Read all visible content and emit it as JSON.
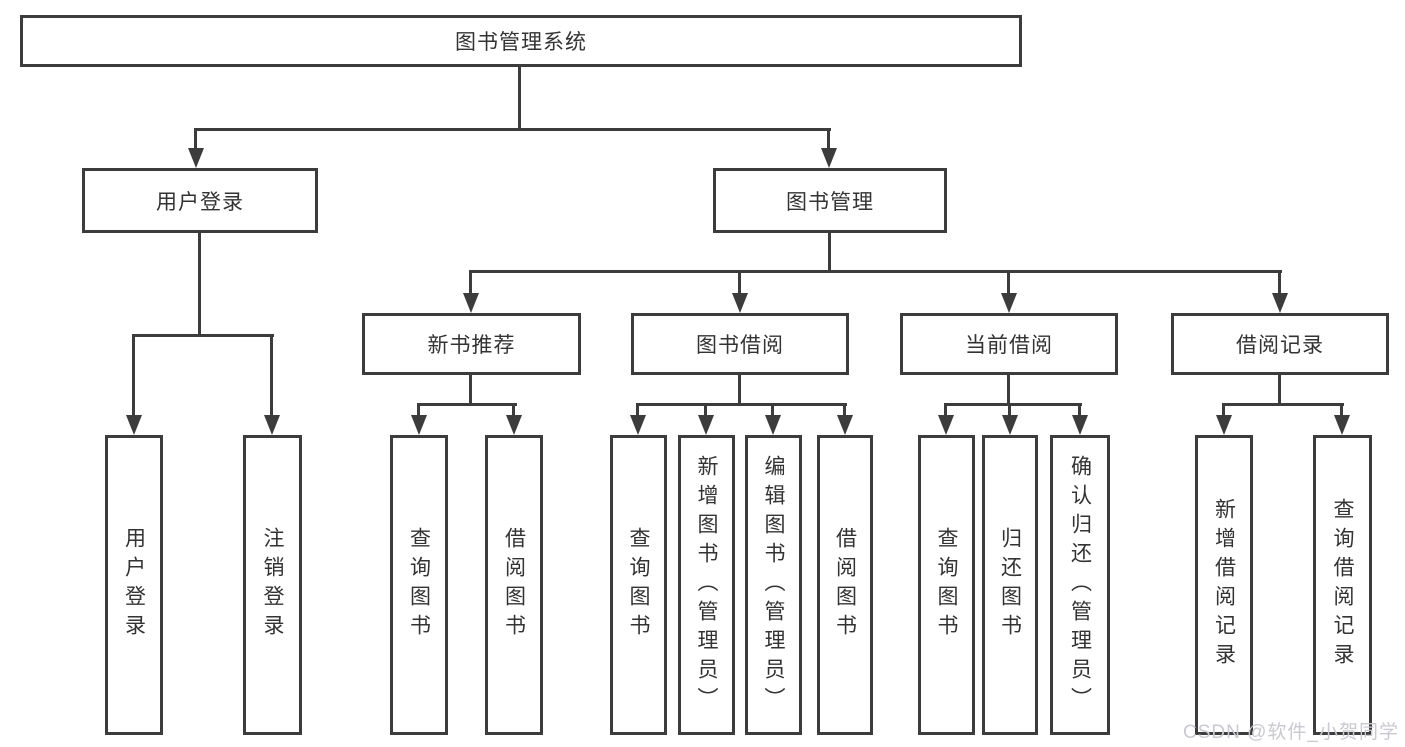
{
  "diagram": {
    "title_node": "图书管理系统",
    "nodes": {
      "root": "图书管理系统",
      "user_login": "用户登录",
      "book_mgmt": "图书管理",
      "new_books": "新书推荐",
      "book_borrow": "图书借阅",
      "current_borrow": "当前借阅",
      "borrow_records": "借阅记录",
      "leaf_user_login": "用户登录",
      "leaf_logout": "注销登录",
      "leaf_nb_query": "查询图书",
      "leaf_nb_borrow": "借阅图书",
      "leaf_bw_query": "查询图书",
      "leaf_bw_add": "新增图书（管理员）",
      "leaf_bw_edit": "编辑图书（管理员）",
      "leaf_bw_borrow": "借阅图书",
      "leaf_cur_query": "查询图书",
      "leaf_cur_return": "归还图书",
      "leaf_cur_confirm": "确认归还（管理员）",
      "leaf_rec_add": "新增借阅记录",
      "leaf_rec_query": "查询借阅记录"
    },
    "hierarchy": {
      "图书管理系统": {
        "用户登录": [
          "用户登录",
          "注销登录"
        ],
        "图书管理": {
          "新书推荐": [
            "查询图书",
            "借阅图书"
          ],
          "图书借阅": [
            "查询图书",
            "新增图书（管理员）",
            "编辑图书（管理员）",
            "借阅图书"
          ],
          "当前借阅": [
            "查询图书",
            "归还图书",
            "确认归还（管理员）"
          ],
          "借阅记录": [
            "新增借阅记录",
            "查询借阅记录"
          ]
        }
      }
    },
    "watermark": "CSDN @软件_小贺同学",
    "colors": {
      "line": "#3c3c3c",
      "text": "#333333",
      "watermark": "#c9c9d1",
      "background": "#ffffff"
    }
  }
}
